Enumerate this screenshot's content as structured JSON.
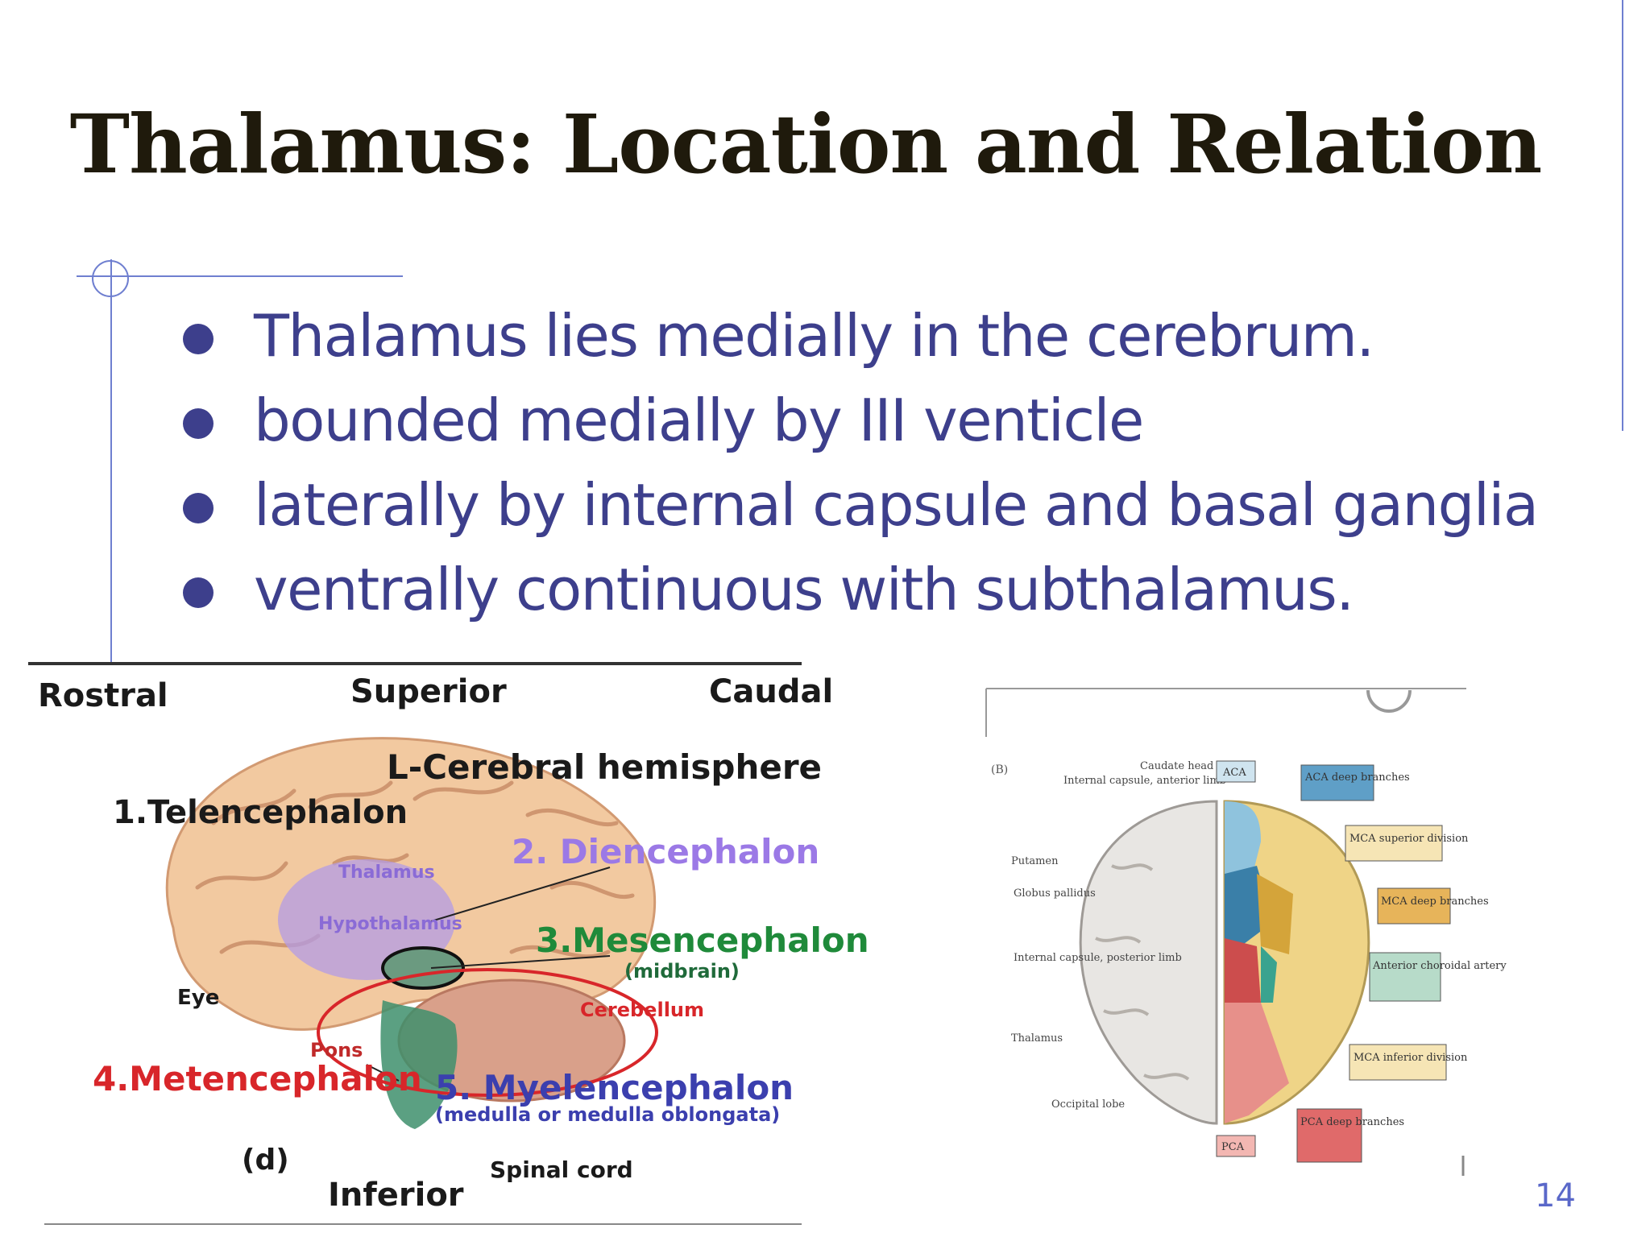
{
  "slide": {
    "title": "Thalamus: Location and Relation",
    "bullets": [
      "Thalamus lies medially in the cerebrum.",
      "bounded medially by III venticle",
      "laterally by internal capsule and basal ganglia",
      "ventrally continuous with subthalamus."
    ],
    "page_number": "14"
  },
  "figure_brain": {
    "directions": {
      "rostral": "Rostral",
      "superior": "Superior",
      "caudal": "Caudal",
      "inferior": "Inferior"
    },
    "labels": {
      "hemisphere": "L-Cerebral hemisphere",
      "telencephalon": "1.Telencephalon",
      "diencephalon": "2. Diencephalon",
      "thalamus": "Thalamus",
      "hypothalamus": "Hypothalamus",
      "mesencephalon": "3.Mesencephalon",
      "midbrain": "(midbrain)",
      "cerebellum": "Cerebellum",
      "eye": "Eye",
      "pons": "Pons",
      "metencephalon": "4.Metencephalon",
      "myelencephalon": "5. Myelencephalon",
      "medulla": "(medulla or medulla oblongata)",
      "panel": "(d)",
      "spinal_cord": "Spinal cord"
    }
  },
  "figure_arteries": {
    "panel": "(B)",
    "left_labels": {
      "internal_capsule_anterior": "Internal capsule, anterior limb",
      "caudate_head": "Caudate head",
      "putamen": "Putamen",
      "globus_pallidus": "Globus pallidus",
      "internal_capsule_posterior": "Internal capsule, posterior limb",
      "thalamus": "Thalamus",
      "occipital_lobe": "Occipital lobe"
    },
    "box_labels": {
      "aca": "ACA",
      "aca_deep": "ACA deep branches",
      "mca_superior": "MCA superior division",
      "mca_deep": "MCA deep branches",
      "anterior_choroidal": "Anterior choroidal artery",
      "mca_inferior": "MCA inferior division",
      "pca_deep": "PCA deep branches",
      "pca": "PCA"
    }
  }
}
